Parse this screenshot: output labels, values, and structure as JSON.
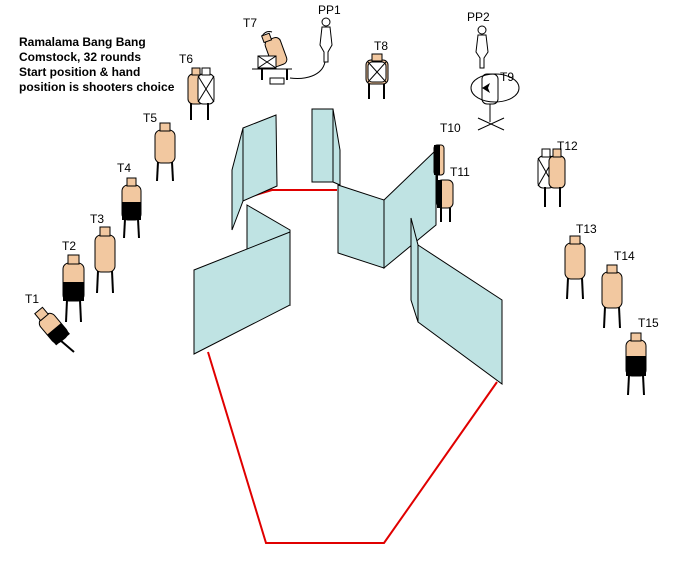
{
  "stage": {
    "title": "Ramalama Bang Bang",
    "line2": "Comstock, 32 rounds",
    "line3": "Start position & hand",
    "line4": "position is shooters choice"
  },
  "targets": {
    "t1": "T1",
    "t2": "T2",
    "t3": "T3",
    "t4": "T4",
    "t5": "T5",
    "t6": "T6",
    "t7": "T7",
    "t8": "T8",
    "t9": "T9",
    "t10": "T10",
    "t11": "T11",
    "t12": "T12",
    "t13": "T13",
    "t14": "T14",
    "t15": "T15"
  },
  "poppers": {
    "pp1": "PP1",
    "pp2": "PP2"
  },
  "colors": {
    "target": "#f2c8a0",
    "wall": "#bfe3e3",
    "fault_line": "#e00000"
  }
}
